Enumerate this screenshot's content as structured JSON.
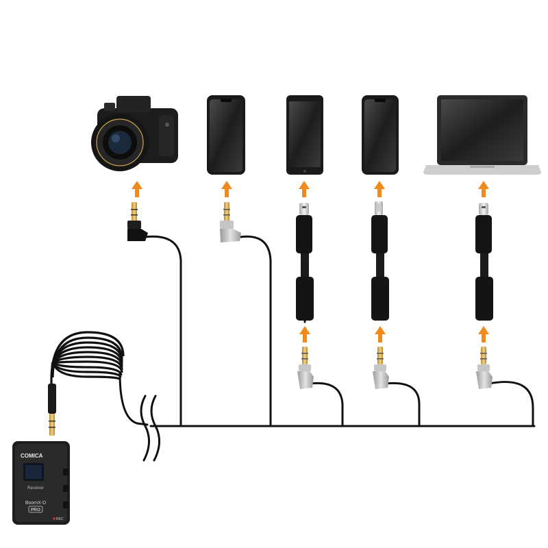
{
  "device": {
    "brand": "COMICA",
    "screen_text": "Receiver",
    "model": "BoomX-D",
    "model_badge": "PRO",
    "rec_label": "REC"
  },
  "colors": {
    "arrow": "#f08a1c",
    "cable": "#111111",
    "connector_gray": "#b9b9b9",
    "plug_gold": "#d4a94a"
  },
  "icons": [
    "camera-icon",
    "phone-icon",
    "phone-icon",
    "phone-icon",
    "laptop-icon"
  ]
}
